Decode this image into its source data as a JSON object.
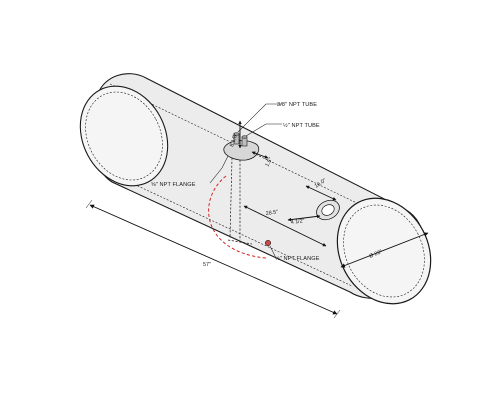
{
  "labels": {
    "tube_3_8": "3/8\" NPT TUBE",
    "tube_1_2": "½\" NPT TUBE",
    "flange_left": "⅝\" NPT FLANGE",
    "flange_bottom": "½\" NPT FLANGE"
  },
  "dimensions": {
    "overall_length": "57\"",
    "diameter": "Ø 23\"",
    "dim_8_18": "8 1/8\"",
    "dim_1_5": "1.5\"",
    "dim_16": "16.0\"",
    "dim_28_5": "28.5\"",
    "dim_4_12": "4 1/2\""
  },
  "colors": {
    "tank_fill": "#ececec",
    "end_cap_fill": "#f5f5f5",
    "outline": "#1a1a1a",
    "pickup_arc": "#d62828",
    "fitting": "#8a8a8a"
  }
}
